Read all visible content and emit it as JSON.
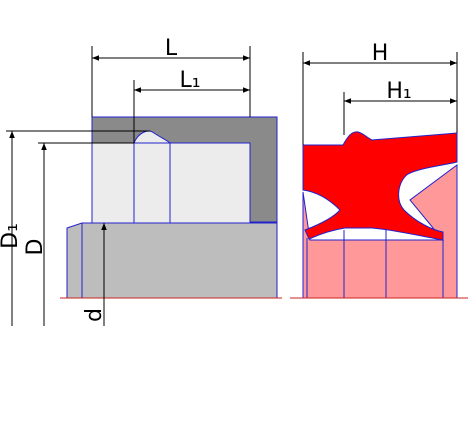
{
  "diagram": {
    "labels": {
      "L": "L",
      "L1": "L₁",
      "H": "H",
      "H1": "H₁",
      "D1": "D₁",
      "D": "D",
      "d": "d"
    },
    "colors": {
      "housing_dark": "#8a8a8a",
      "groove_light": "#ececec",
      "rod": "#bdbdbd",
      "seal_red": "#ff0000",
      "seal_pink": "#ff9999",
      "outline_blue": "#2222cc",
      "baseline_red": "#cc2222",
      "dim_black": "#000000"
    }
  }
}
